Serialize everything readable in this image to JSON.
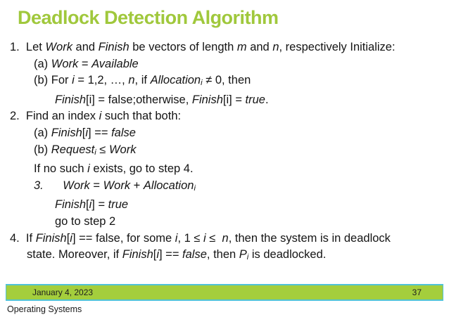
{
  "slide": {
    "title": "Deadlock Detection Algorithm",
    "footer_date": "January 4, 2023",
    "footer_page": "37",
    "outside_label": "Operating Systems"
  },
  "colors": {
    "accent_green": "#A0C83C",
    "footer_green": "#A4CE3C",
    "footer_border_teal": "#50C3D7",
    "text": "#141414"
  },
  "body": {
    "lines": [
      {
        "indent": "item",
        "segments": [
          {
            "t": "1.  Let ",
            "s": "r"
          },
          {
            "t": "Work",
            "s": "i"
          },
          {
            "t": " and ",
            "s": "r"
          },
          {
            "t": "Finish",
            "s": "i"
          },
          {
            "t": " be vectors of length ",
            "s": "r"
          },
          {
            "t": "m",
            "s": "i"
          },
          {
            "t": " and ",
            "s": "r"
          },
          {
            "t": "n",
            "s": "i"
          },
          {
            "t": ", respectively Initialize:",
            "s": "r"
          }
        ]
      },
      {
        "indent": "sub",
        "segments": [
          {
            "t": "(a) ",
            "s": "r"
          },
          {
            "t": "Work",
            "s": "i"
          },
          {
            "t": " = ",
            "s": "r"
          },
          {
            "t": "Available",
            "s": "i"
          }
        ]
      },
      {
        "indent": "sub",
        "segments": [
          {
            "t": "(b) For ",
            "s": "r"
          },
          {
            "t": "i",
            "s": "i"
          },
          {
            "t": " = 1,2, …, ",
            "s": "r"
          },
          {
            "t": "n",
            "s": "i"
          },
          {
            "t": ", if ",
            "s": "r"
          },
          {
            "t": "Allocation",
            "s": "i"
          },
          {
            "t": "i",
            "s": "isub"
          },
          {
            "t": " ≠ 0, then",
            "s": "r"
          }
        ]
      },
      {
        "indent": "cont",
        "segments": [
          {
            "t": "Finish",
            "s": "i"
          },
          {
            "t": "[i] = false;otherwise, ",
            "s": "r"
          },
          {
            "t": "Finish",
            "s": "i"
          },
          {
            "t": "[i] = ",
            "s": "r"
          },
          {
            "t": "true",
            "s": "i"
          },
          {
            "t": ".",
            "s": "r"
          }
        ]
      },
      {
        "indent": "item",
        "segments": [
          {
            "t": "2.  Find an index ",
            "s": "r"
          },
          {
            "t": "i",
            "s": "i"
          },
          {
            "t": " such that both:",
            "s": "r"
          }
        ]
      },
      {
        "indent": "sub",
        "segments": [
          {
            "t": "(a) ",
            "s": "r"
          },
          {
            "t": "Finish",
            "s": "i"
          },
          {
            "t": "[",
            "s": "r"
          },
          {
            "t": "i",
            "s": "i"
          },
          {
            "t": "] == ",
            "s": "r"
          },
          {
            "t": "false",
            "s": "i"
          }
        ]
      },
      {
        "indent": "sub",
        "segments": [
          {
            "t": "(b) ",
            "s": "r"
          },
          {
            "t": "Request",
            "s": "i"
          },
          {
            "t": "i",
            "s": "isub"
          },
          {
            "t": " ≤ ",
            "s": "r"
          },
          {
            "t": "Work",
            "s": "i"
          }
        ]
      },
      {
        "indent": "sub",
        "segments": [
          {
            "t": "If no such ",
            "s": "r"
          },
          {
            "t": "i",
            "s": "i"
          },
          {
            "t": " exists, go to step 4.",
            "s": "r"
          }
        ]
      },
      {
        "indent": "sub",
        "segments": [
          {
            "t": "3.",
            "s": "i"
          },
          {
            "t": "      ",
            "s": "r"
          },
          {
            "t": "Work",
            "s": "i"
          },
          {
            "t": " = ",
            "s": "r"
          },
          {
            "t": "Work",
            "s": "i"
          },
          {
            "t": " + ",
            "s": "r"
          },
          {
            "t": "Allocation",
            "s": "i"
          },
          {
            "t": "i",
            "s": "isub"
          }
        ]
      },
      {
        "indent": "cont",
        "segments": [
          {
            "t": "Finish",
            "s": "i"
          },
          {
            "t": "[",
            "s": "r"
          },
          {
            "t": "i",
            "s": "i"
          },
          {
            "t": "] = ",
            "s": "r"
          },
          {
            "t": "true",
            "s": "i"
          }
        ]
      },
      {
        "indent": "cont",
        "segments": [
          {
            "t": "go to step 2",
            "s": "r"
          }
        ]
      },
      {
        "indent": "item",
        "segments": [
          {
            "t": "4.  If ",
            "s": "r"
          },
          {
            "t": "Finish",
            "s": "i"
          },
          {
            "t": "[",
            "s": "r"
          },
          {
            "t": "i",
            "s": "i"
          },
          {
            "t": "] == false, for some ",
            "s": "r"
          },
          {
            "t": "i",
            "s": "i"
          },
          {
            "t": ", 1 ≤ ",
            "s": "r"
          },
          {
            "t": "i",
            "s": "i"
          },
          {
            "t": " ≤  ",
            "s": "r"
          },
          {
            "t": "n",
            "s": "i"
          },
          {
            "t": ", then the system is in deadlock",
            "s": "r"
          }
        ]
      },
      {
        "indent": "cont0",
        "segments": [
          {
            "t": "state. Moreover, if ",
            "s": "r"
          },
          {
            "t": "Finish",
            "s": "i"
          },
          {
            "t": "[",
            "s": "r"
          },
          {
            "t": "i",
            "s": "i"
          },
          {
            "t": "] == ",
            "s": "r"
          },
          {
            "t": "false",
            "s": "i"
          },
          {
            "t": ", then ",
            "s": "r"
          },
          {
            "t": "P",
            "s": "i"
          },
          {
            "t": "i",
            "s": "isub"
          },
          {
            "t": " is deadlocked.",
            "s": "r"
          }
        ]
      }
    ]
  }
}
